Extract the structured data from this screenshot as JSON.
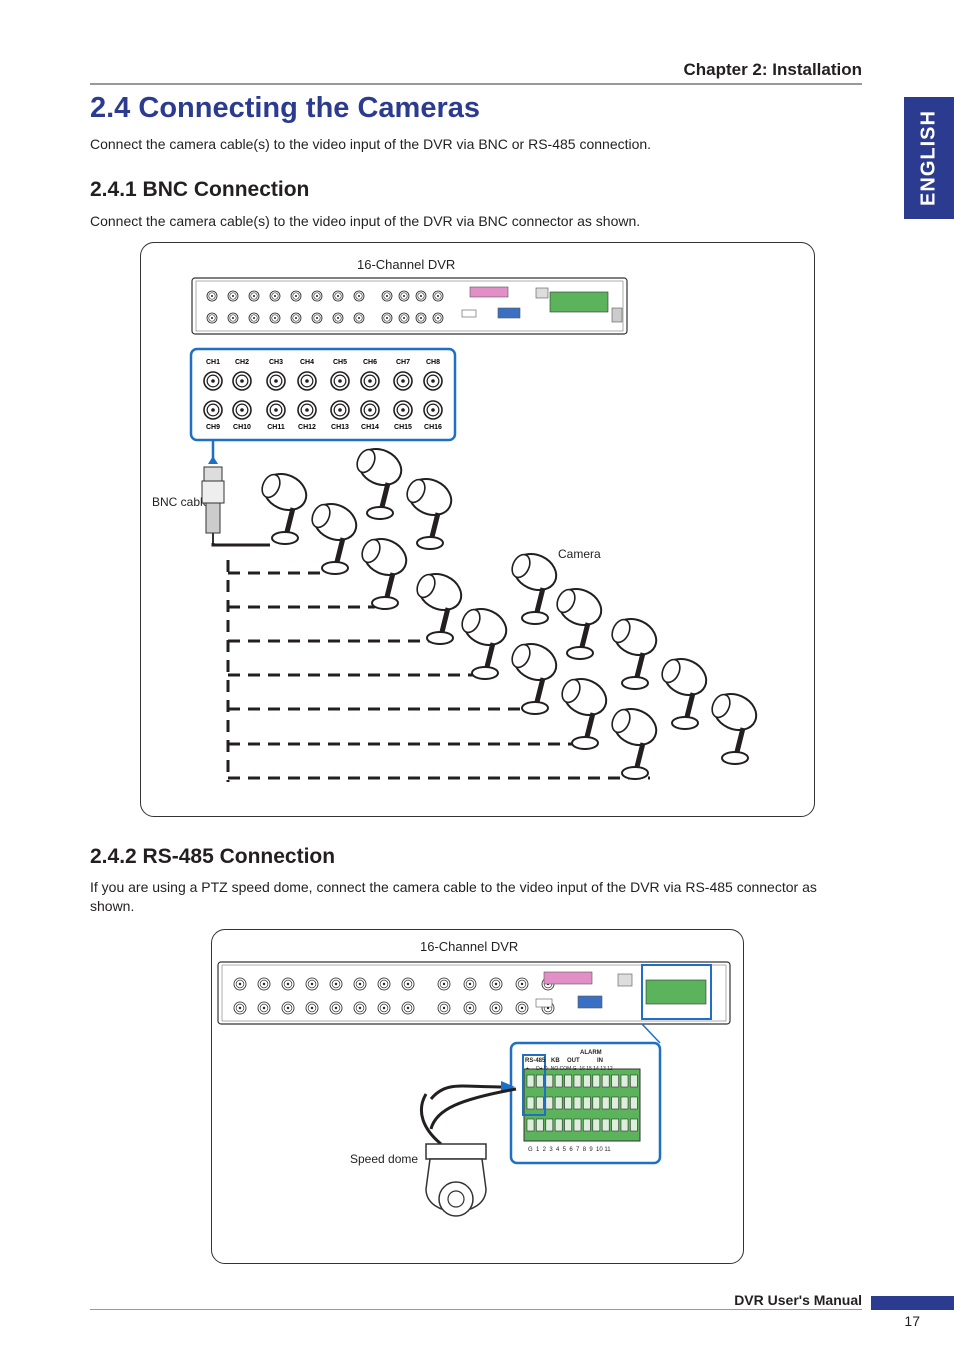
{
  "header": {
    "chapter": "Chapter 2: Installation",
    "language_tab": "ENGLISH"
  },
  "section": {
    "title": "2.4 Connecting the Cameras",
    "intro": "Connect the camera cable(s) to the video input of the DVR via BNC or RS-485 connection."
  },
  "bnc": {
    "title": "2.4.1 BNC Connection",
    "text": "Connect the camera cable(s) to the video input of the DVR via BNC connector as shown.",
    "dvr_label": "16-Channel DVR",
    "bnc_cable_label": "BNC cable",
    "camera_label": "Camera",
    "channels_top": [
      "CH1",
      "CH2",
      "CH3",
      "CH4",
      "CH5",
      "CH6",
      "CH7",
      "CH8"
    ],
    "channels_bottom": [
      "CH9",
      "CH10",
      "CH11",
      "CH12",
      "CH13",
      "CH14",
      "CH15",
      "CH16"
    ]
  },
  "rs485": {
    "title": "2.4.2 RS-485 Connection",
    "text": "If you are using a PTZ speed dome, connect the camera cable to the video input of the DVR via RS-485 connector as shown.",
    "dvr_label": "16-Channel DVR",
    "speed_dome_label": "Speed dome",
    "alarm_label": "ALARM",
    "rs485_label": "RS-485",
    "kb_label": "KB",
    "out_label": "OUT",
    "in_label": "IN",
    "top_pins": "+  -  D+ D- NO COM G  16 15 14 13 12",
    "bottom_pins": "G  1  2  3  4  5  6  7  8  9  10 11"
  },
  "footer": {
    "manual": "DVR User's Manual",
    "page": "17"
  },
  "colors": {
    "accent": "#2b3b8f",
    "highlight": "#1f6fc4",
    "terminal": "#5bb35b"
  }
}
